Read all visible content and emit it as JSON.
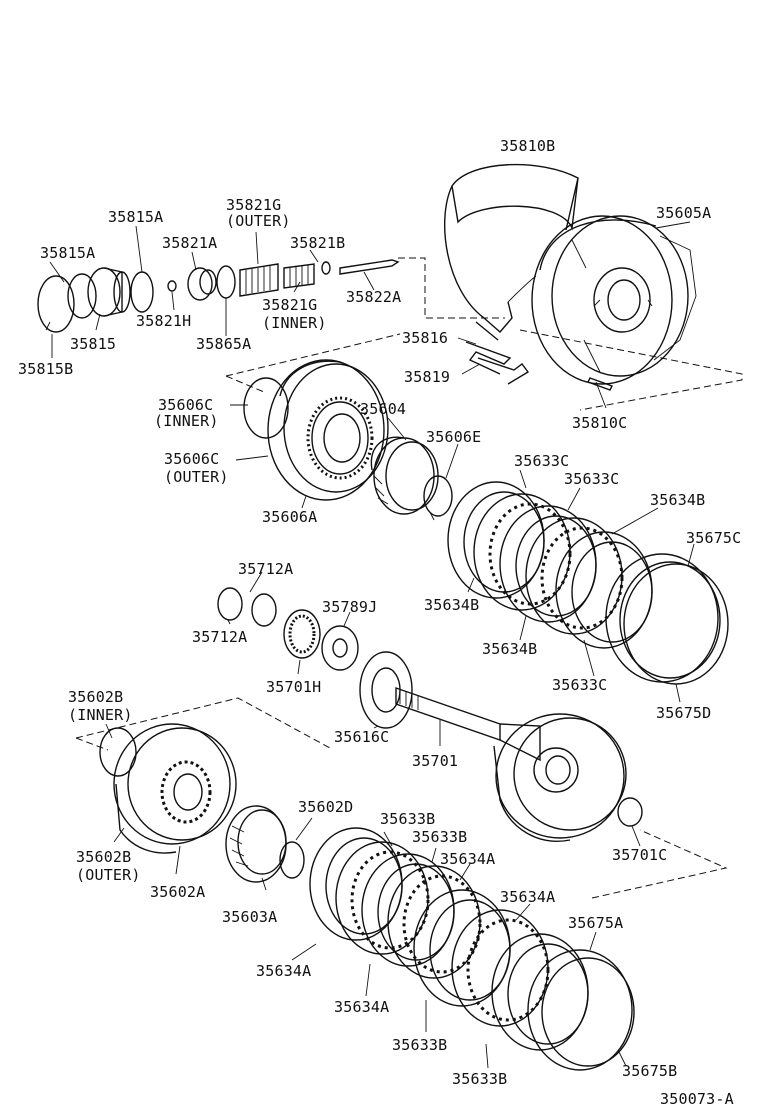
{
  "diagram": {
    "drawing_number": "350073-A",
    "labels": [
      {
        "id": "35810B",
        "text": "35810B"
      },
      {
        "id": "35605A",
        "text": "35605A"
      },
      {
        "id": "35815A-top",
        "text": "35815A"
      },
      {
        "id": "35821G-outer",
        "text": "35821G"
      },
      {
        "id": "35821G-outer-note",
        "text": "(OUTER)"
      },
      {
        "id": "35815A-left",
        "text": "35815A"
      },
      {
        "id": "35821A",
        "text": "35821A"
      },
      {
        "id": "35821B",
        "text": "35821B"
      },
      {
        "id": "35822A",
        "text": "35822A"
      },
      {
        "id": "35821G-inner",
        "text": "35821G"
      },
      {
        "id": "35821G-inner-note",
        "text": "(INNER)"
      },
      {
        "id": "35821H",
        "text": "35821H"
      },
      {
        "id": "35815",
        "text": "35815"
      },
      {
        "id": "35865A",
        "text": "35865A"
      },
      {
        "id": "35815B",
        "text": "35815B"
      },
      {
        "id": "35816",
        "text": "35816"
      },
      {
        "id": "35819",
        "text": "35819"
      },
      {
        "id": "35810C",
        "text": "35810C"
      },
      {
        "id": "35606C-inner",
        "text": "35606C"
      },
      {
        "id": "35606C-inner-note",
        "text": "(INNER)"
      },
      {
        "id": "35604",
        "text": "35604"
      },
      {
        "id": "35606E",
        "text": "35606E"
      },
      {
        "id": "35606C-outer",
        "text": "35606C"
      },
      {
        "id": "35606C-outer-note",
        "text": "(OUTER)"
      },
      {
        "id": "35633C-a",
        "text": "35633C"
      },
      {
        "id": "35633C-b",
        "text": "35633C"
      },
      {
        "id": "35634B-a",
        "text": "35634B"
      },
      {
        "id": "35675C",
        "text": "35675C"
      },
      {
        "id": "35606A",
        "text": "35606A"
      },
      {
        "id": "35712A-top",
        "text": "35712A"
      },
      {
        "id": "35789J",
        "text": "35789J"
      },
      {
        "id": "35634B-b",
        "text": "35634B"
      },
      {
        "id": "35712A-bottom",
        "text": "35712A"
      },
      {
        "id": "35634B-c",
        "text": "35634B"
      },
      {
        "id": "35701H",
        "text": "35701H"
      },
      {
        "id": "35633C-c",
        "text": "35633C"
      },
      {
        "id": "35675D",
        "text": "35675D"
      },
      {
        "id": "35602B-inner",
        "text": "35602B"
      },
      {
        "id": "35602B-inner-note",
        "text": "(INNER)"
      },
      {
        "id": "35616C",
        "text": "35616C"
      },
      {
        "id": "35701",
        "text": "35701"
      },
      {
        "id": "35602D",
        "text": "35602D"
      },
      {
        "id": "35633B-a",
        "text": "35633B"
      },
      {
        "id": "35633B-b",
        "text": "35633B"
      },
      {
        "id": "35602B-outer",
        "text": "35602B"
      },
      {
        "id": "35602B-outer-note",
        "text": "(OUTER)"
      },
      {
        "id": "35634A-a",
        "text": "35634A"
      },
      {
        "id": "35701C",
        "text": "35701C"
      },
      {
        "id": "35602A",
        "text": "35602A"
      },
      {
        "id": "35634A-b",
        "text": "35634A"
      },
      {
        "id": "35603A",
        "text": "35603A"
      },
      {
        "id": "35675A",
        "text": "35675A"
      },
      {
        "id": "35634A-c",
        "text": "35634A"
      },
      {
        "id": "35634A-d",
        "text": "35634A"
      },
      {
        "id": "35633B-c",
        "text": "35633B"
      },
      {
        "id": "35675B",
        "text": "35675B"
      },
      {
        "id": "35633B-d",
        "text": "35633B"
      }
    ]
  }
}
